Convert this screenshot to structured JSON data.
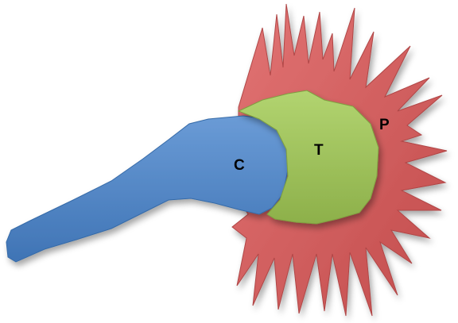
{
  "diagram": {
    "regions": [
      {
        "id": "central",
        "label": "C",
        "color": "#4f86c6"
      },
      {
        "id": "transition",
        "label": "T",
        "color": "#9fc35b"
      },
      {
        "id": "peripheral",
        "label": "P",
        "color": "#d25e5e"
      }
    ]
  }
}
